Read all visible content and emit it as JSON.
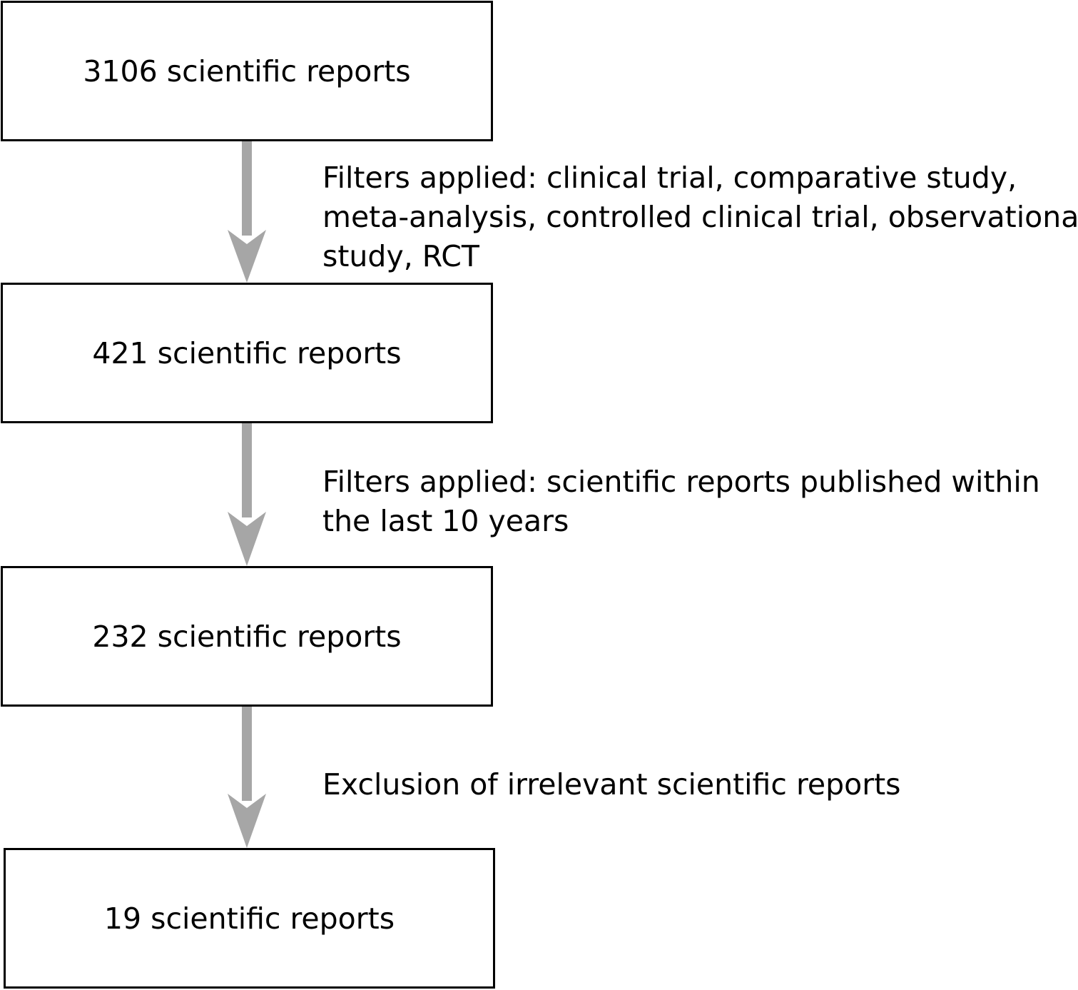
{
  "colors": {
    "arrow": "#a6a6a6",
    "box_border": "#000000",
    "text": "#000000"
  },
  "boxes": [
    {
      "label": "3106 scientific reports"
    },
    {
      "label": "421 scientific reports"
    },
    {
      "label": "232 scientific reports"
    },
    {
      "label": "19 scientific reports"
    }
  ],
  "steps": [
    {
      "lines": [
        "Filters applied: clinical trial, comparative study,",
        "meta-analysis, controlled clinical trial, observational",
        "study, RCT"
      ]
    },
    {
      "lines": [
        "Filters applied: scientific reports published within",
        "the last 10 years"
      ]
    },
    {
      "lines": [
        "Exclusion of irrelevant scientific reports"
      ]
    }
  ]
}
